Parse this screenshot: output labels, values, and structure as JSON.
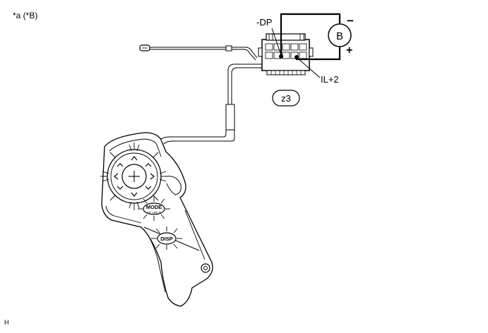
{
  "labels": {
    "callout": "*a (*B)",
    "dp": "-DP",
    "ilp2": "IL+2",
    "battery": "B",
    "minus": "−",
    "plus": "+",
    "connector_id": "z3",
    "footer": "H"
  },
  "switch_labels": {
    "mode": "MODE",
    "mode_sub": "TO HOLD",
    "disp": "DISP"
  },
  "colors": {
    "line": "#000000",
    "background": "#ffffff"
  }
}
